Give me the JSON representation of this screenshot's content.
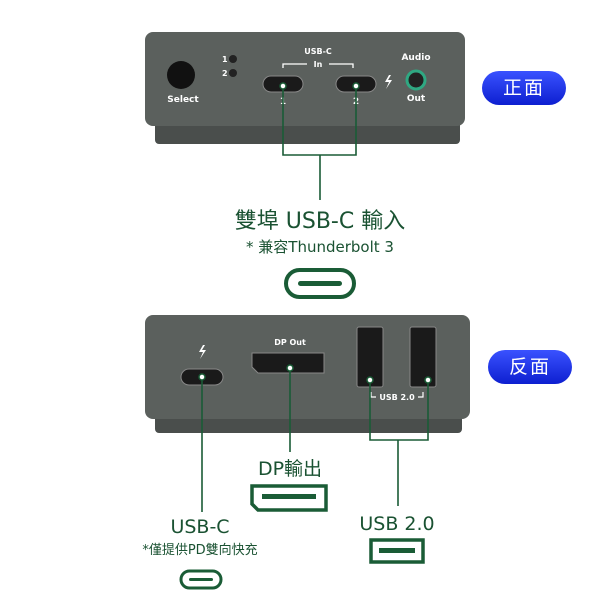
{
  "front": {
    "badge": "正面",
    "select_label": "Select",
    "led1": "1",
    "led2": "2",
    "usbc_in_label": "USB-C",
    "in_label": "In",
    "port1": "1",
    "port2": "2",
    "audio_label": "Audio",
    "out_label": "Out",
    "caption": "雙埠 USB-C 輸入",
    "subcaption": "* 兼容Thunderbolt 3"
  },
  "back": {
    "badge": "反面",
    "dp_label": "DP Out",
    "usb_label": "USB 2.0",
    "dp_caption": "DP輸出",
    "usbc_caption": "USB-C",
    "usbc_subcaption": "*僅提供PD雙向快充",
    "usb_caption": "USB 2.0"
  },
  "colors": {
    "line": "#1a5c36",
    "device": "#5b605d",
    "badge": "#1a2ee0"
  }
}
